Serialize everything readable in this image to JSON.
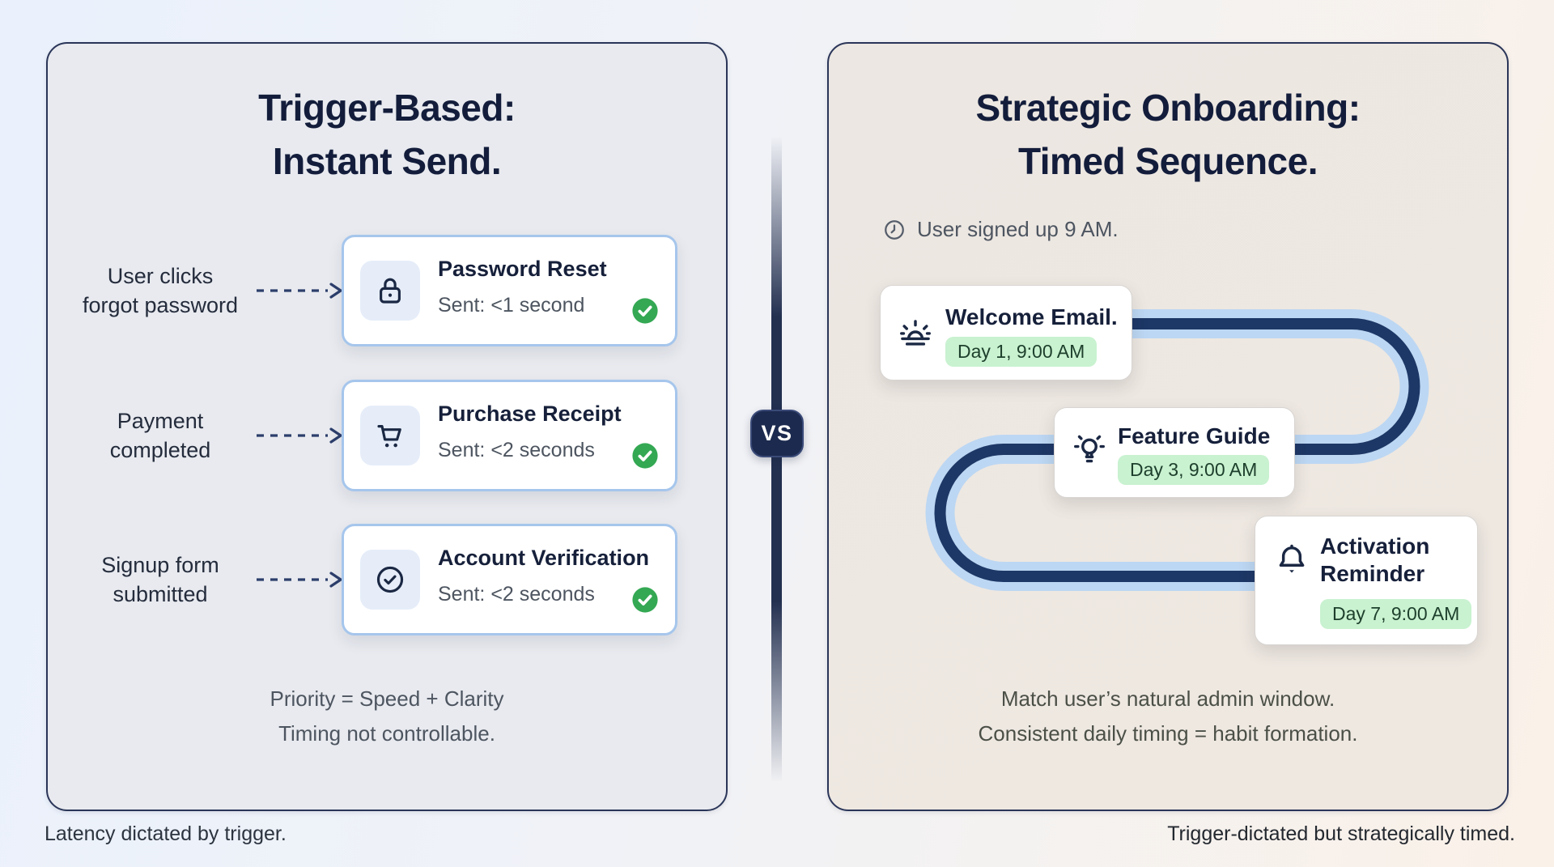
{
  "page": {
    "footer_left": "Latency dictated by trigger.",
    "footer_right": "Trigger-dictated but strategically timed."
  },
  "left_panel": {
    "title_line1": "Trigger-Based:",
    "title_line2": "Instant Send.",
    "rows": [
      {
        "icon": "lock-icon",
        "trigger_line1": "User clicks",
        "trigger_line2": "forgot password",
        "title": "Password Reset",
        "subtitle": "Sent: <1 second",
        "status_icon": "check-badge-icon"
      },
      {
        "icon": "cart-icon",
        "trigger_line1": "Payment",
        "trigger_line2": "completed",
        "title": "Purchase Receipt",
        "subtitle": "Sent: <2 seconds",
        "status_icon": "check-badge-icon"
      },
      {
        "icon": "check-circle-icon",
        "trigger_line1": "Signup form",
        "trigger_line2": "submitted",
        "title": "Account Verification",
        "subtitle": "Sent: <2 seconds",
        "status_icon": "check-badge-icon"
      }
    ],
    "footnote_line1": "Priority = Speed + Clarity",
    "footnote_line2": "Timing not controllable."
  },
  "divider": {
    "badge": "VS"
  },
  "right_panel": {
    "title_line1": "Strategic Onboarding:",
    "title_line2": "Timed Sequence.",
    "signup_icon": "clock-icon",
    "signup_note": "User signed up 9 AM.",
    "steps": [
      {
        "icon": "sunrise-icon",
        "title": "Welcome Email.",
        "badge": "Day 1, 9:00 AM"
      },
      {
        "icon": "lightbulb-icon",
        "title": "Feature Guide",
        "badge": "Day 3, 9:00 AM"
      },
      {
        "icon": "bell-icon",
        "title": "Activation Reminder",
        "badge": "Day 7, 9:00 AM"
      }
    ],
    "footnote_line1": "Match user’s natural admin window.",
    "footnote_line2": "Consistent daily timing = habit formation."
  },
  "colors": {
    "navy_text": "#131d3b",
    "panel_border": "#2a3558",
    "left_panel_bg": "#e8eaef",
    "right_panel_bg": "#ece7e2",
    "card_border_blue": "#a6c6ec",
    "icon_tile_bg": "#e6edf9",
    "muted_text": "#4d5560",
    "success_green": "#34a853",
    "pill_green_bg": "#c9f2d0",
    "pill_green_text": "#1d3f2c",
    "path_light_blue": "#bcd7f3",
    "path_navy": "#1d3766",
    "vs_badge_bg": "#1c2a4f"
  }
}
